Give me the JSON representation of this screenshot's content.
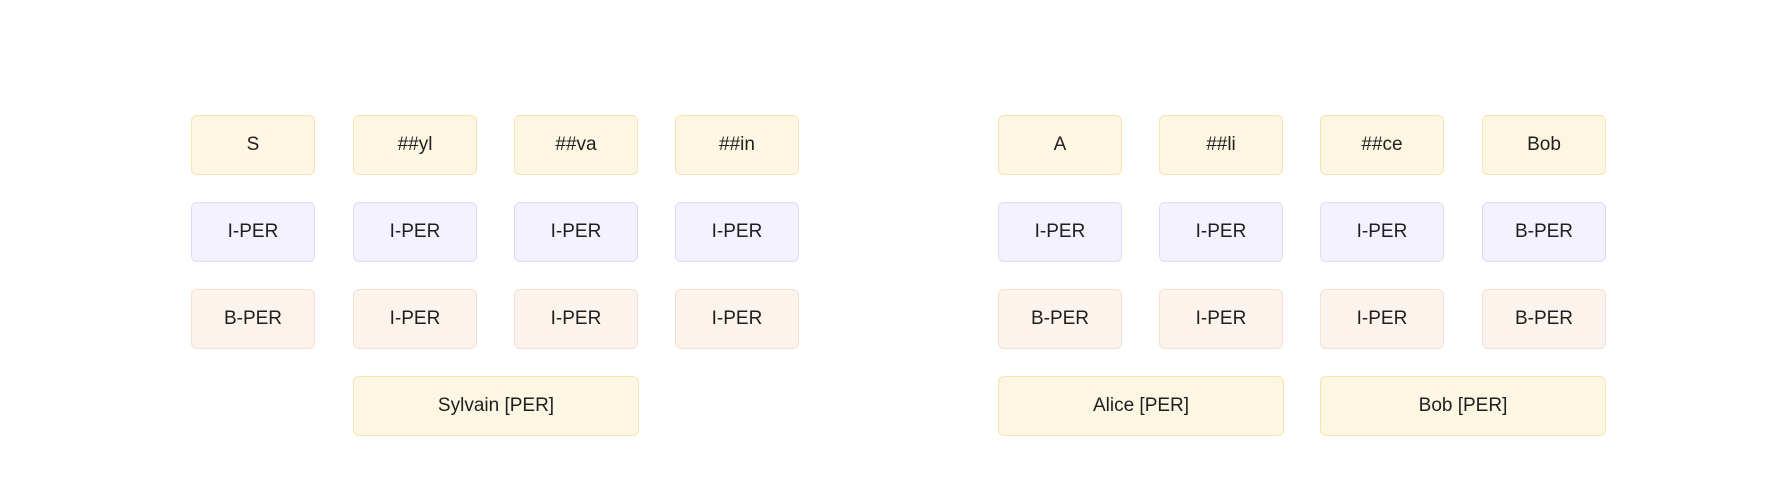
{
  "left_example": {
    "tokens": [
      "S",
      "##yl",
      "##va",
      "##in"
    ],
    "predictions": [
      "I-PER",
      "I-PER",
      "I-PER",
      "I-PER"
    ],
    "labels": [
      "B-PER",
      "I-PER",
      "I-PER",
      "I-PER"
    ],
    "entities": [
      "Sylvain [PER]"
    ]
  },
  "right_example": {
    "tokens": [
      "A",
      "##li",
      "##ce",
      "Bob"
    ],
    "predictions": [
      "I-PER",
      "I-PER",
      "I-PER",
      "B-PER"
    ],
    "labels": [
      "B-PER",
      "I-PER",
      "I-PER",
      "B-PER"
    ],
    "entities": [
      "Alice [PER]",
      "Bob [PER]"
    ]
  },
  "colors": {
    "token_fill": "#fdf6e2",
    "token_border": "#f8e4b1",
    "prediction_fill": "#f3f2fe",
    "prediction_border": "#dedcf5",
    "label_fill": "#fcf3ec",
    "label_border": "#f7e0cf",
    "entity_fill": "#fdf6e2",
    "entity_border": "#f8e4b1"
  }
}
